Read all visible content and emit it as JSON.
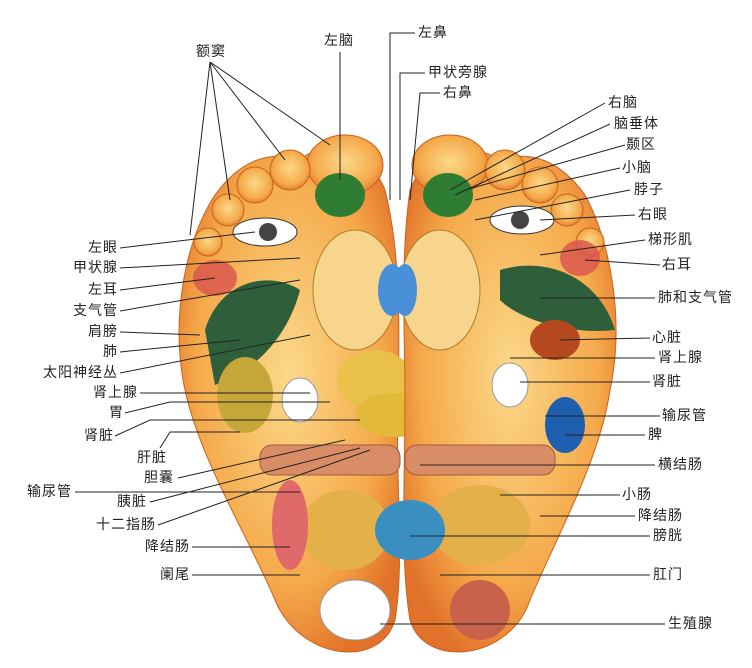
{
  "title": "足底反射区",
  "labels_top": {
    "frontal_sinus": "额窦",
    "left_brain": "左脑",
    "left_nose": "左鼻",
    "parathyroid": "甲状旁腺",
    "right_nose": "右鼻"
  },
  "labels_left": {
    "left_eye": "左眼",
    "thyroid": "甲状腺",
    "left_ear": "左耳",
    "bronchus": "支气管",
    "shoulder": "肩膀",
    "lung": "肺",
    "solar_plexus": "太阳神经丛",
    "adrenal": "肾上腺",
    "stomach": "胃",
    "kidney": "肾脏",
    "liver": "肝脏",
    "gallbladder": "胆囊",
    "ureter": "输尿管",
    "pancreas": "胰脏",
    "duodenum": "十二指肠",
    "descending_colon": "降结肠",
    "appendix": "阑尾"
  },
  "labels_right": {
    "right_brain": "右脑",
    "pituitary": "脑垂体",
    "temporal": "颞区",
    "cerebellum": "小脑",
    "neck": "脖子",
    "right_eye": "右眼",
    "trapezius": "梯形肌",
    "right_ear": "右耳",
    "lung_bronchus": "肺和支气管",
    "heart": "心脏",
    "adrenal": "肾上腺",
    "kidney": "肾脏",
    "ureter": "输尿管",
    "spleen": "脾",
    "transverse_colon": "横结肠",
    "small_intestine": "小肠",
    "descending_colon": "降结肠",
    "bladder": "膀胱",
    "anus": "肛门",
    "gonad": "生殖腺"
  }
}
